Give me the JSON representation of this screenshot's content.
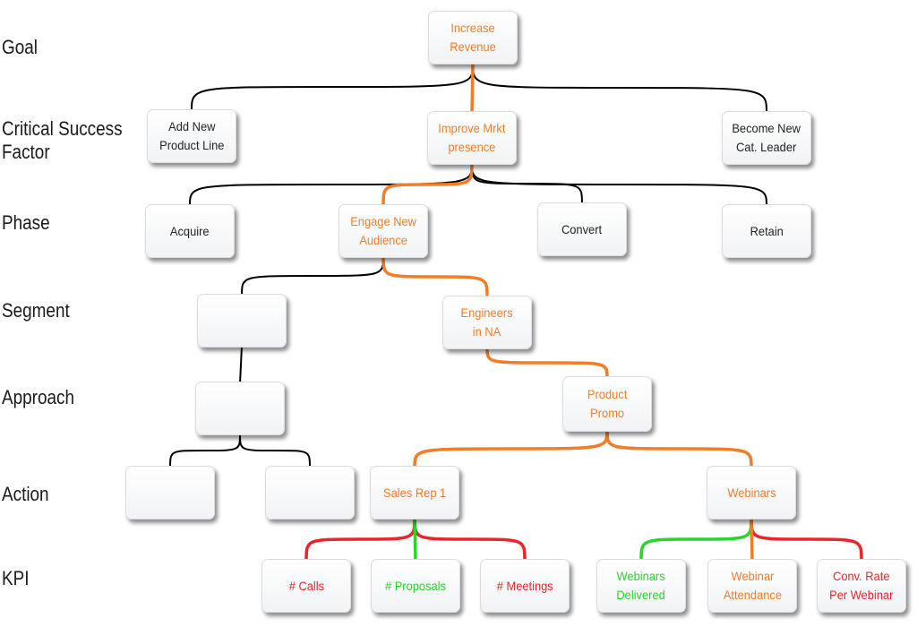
{
  "levels": [
    "Goal",
    "Critical Success Factor",
    "Phase",
    "Segment",
    "Approach",
    "Action",
    "KPI"
  ],
  "colors": {
    "black": "#000000",
    "orange": "#f07d2a",
    "green": "#2ad42a",
    "red": "#e8262c"
  },
  "nodes": {
    "increase_revenue": "Increase\nRevenue",
    "add_new_product_line": "Add New\nProduct Line",
    "improve_mrkt_presence": "Improve Mrkt\npresence",
    "become_new_cat_leader": "Become New\nCat. Leader",
    "acquire": "Acquire",
    "engage_new_audience": "Engage New\nAudience",
    "convert": "Convert",
    "retain": "Retain",
    "segment_blank": "",
    "engineers_in_na": "Engineers\nin NA",
    "approach_blank": "",
    "product_promo": "Product\nPromo",
    "action_blank_1": "",
    "action_blank_2": "",
    "sales_rep_1": "Sales Rep 1",
    "webinars": "Webinars",
    "kpi_calls": "# Calls",
    "kpi_proposals": "# Proposals",
    "kpi_meetings": "# Meetings",
    "kpi_webinars_delivered": "Webinars\nDelivered",
    "kpi_webinar_attendance": "Webinar\nAttendance",
    "kpi_conv_rate_per_webinar": "Conv. Rate\nPer Webinar"
  }
}
